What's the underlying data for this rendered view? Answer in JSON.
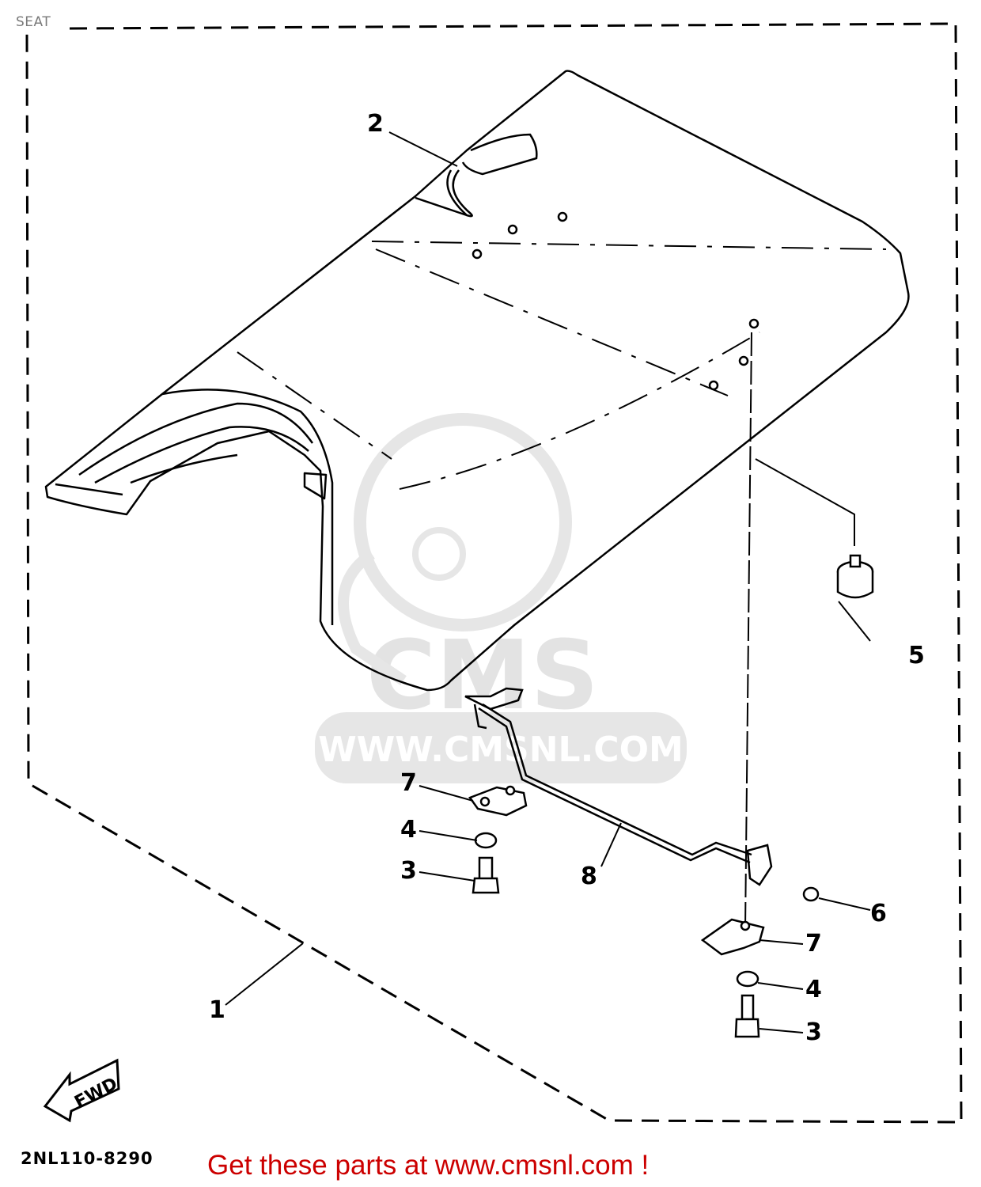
{
  "page": {
    "title": "SEAT"
  },
  "diagram": {
    "catalog_code": "2NL110-8290",
    "fwd_label": "FWD",
    "callouts": [
      {
        "id": "1",
        "label": "1",
        "part": "seat assembly"
      },
      {
        "id": "2",
        "label": "2",
        "part": "seat strap"
      },
      {
        "id": "3a",
        "label": "3",
        "part": "bolt"
      },
      {
        "id": "3b",
        "label": "3",
        "part": "bolt"
      },
      {
        "id": "4a",
        "label": "4",
        "part": "washer"
      },
      {
        "id": "4b",
        "label": "4",
        "part": "washer"
      },
      {
        "id": "5",
        "label": "5",
        "part": "damper"
      },
      {
        "id": "6",
        "label": "6",
        "part": "clip"
      },
      {
        "id": "7a",
        "label": "7",
        "part": "bracket"
      },
      {
        "id": "7b",
        "label": "7",
        "part": "bracket"
      },
      {
        "id": "8",
        "label": "8",
        "part": "seat lock rod"
      }
    ]
  },
  "watermark": {
    "brand": "CMS",
    "url": "WWW.CMSNL.COM"
  },
  "footer": {
    "promo_text": "Get these parts at www.cmsnl.com !"
  },
  "colors": {
    "promo": "#cc0000",
    "title": "#7a7a7a",
    "watermark": "#e6e6e6",
    "line": "#000000"
  }
}
